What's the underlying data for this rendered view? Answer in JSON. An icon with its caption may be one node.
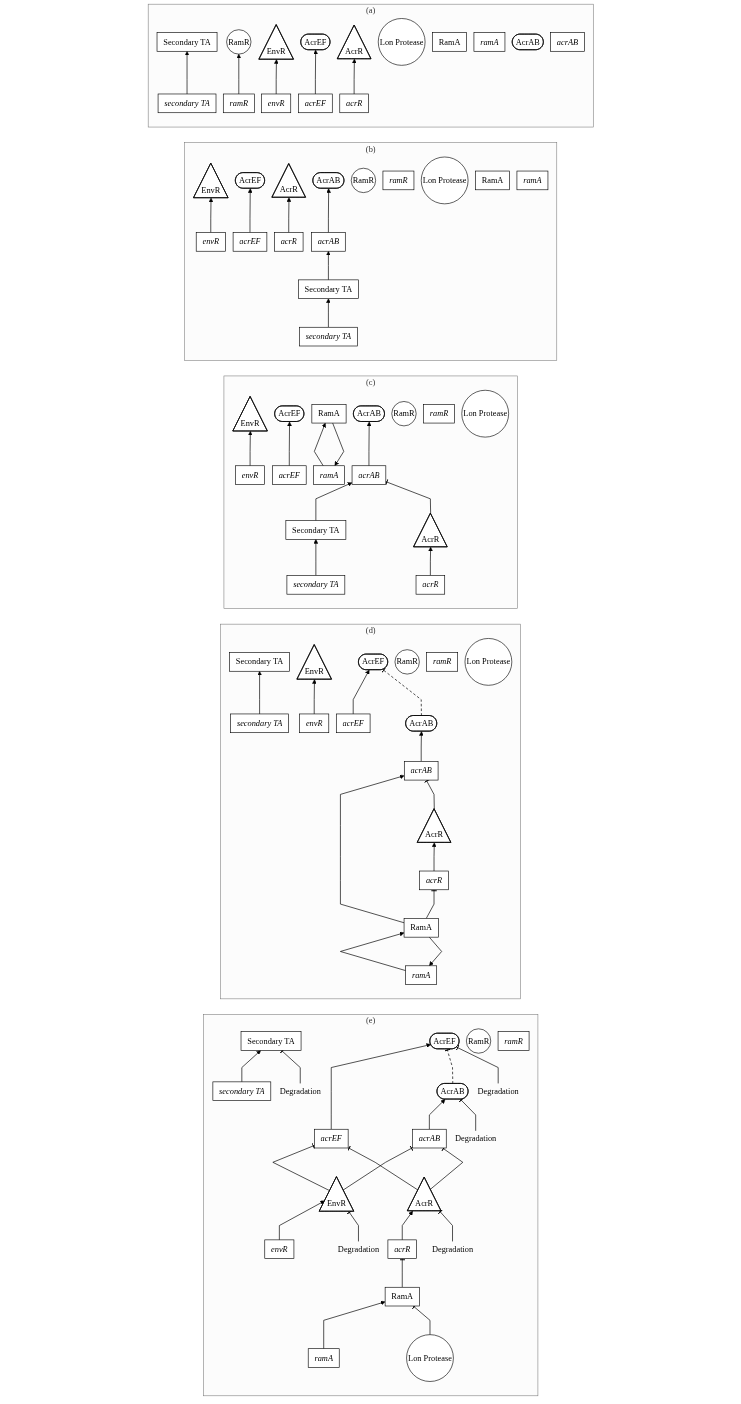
{
  "diagram": {
    "nodes": [
      {
        "text": [
          "(a)"
        ]
      },
      {
        "text": [
          "Secondary TA"
        ],
        "in": 0
      },
      {
        "text": [
          "secondary TA"
        ],
        "in": 0
      },
      {
        "text": [
          "EnvR"
        ],
        "in": 0
      },
      {
        "text": [
          "envR"
        ],
        "in": 0
      },
      {
        "text": [
          "AcrEF"
        ],
        "in": 0
      },
      {
        "text": [
          "acrEF"
        ],
        "in": 0
      },
      {
        "text": [
          "RamR"
        ],
        "in": 0
      },
      {
        "text": [
          "ramR"
        ],
        "in": 0
      },
      {
        "text": [
          "Lon Protease"
        ],
        "in": 0
      },
      {
        "text": [
          "RamA"
        ],
        "in": 0
      },
      {
        "text": [
          "ramA"
        ],
        "in": 0
      },
      {
        "text": [
          "AcrR"
        ],
        "in": 0
      },
      {
        "text": [
          "acrR"
        ],
        "in": 0
      },
      {
        "text": [
          "AcrAB"
        ],
        "in": 0
      },
      {
        "text": [
          "acrAB"
        ],
        "in": 0
      },
      {
        "text": [
          "(b)"
        ]
      },
      {
        "text": [
          "Secondary TA"
        ],
        "in": 16
      },
      {
        "text": [
          "secondary TA"
        ],
        "in": 16
      },
      {
        "text": [
          "EnvR"
        ],
        "in": 16
      },
      {
        "text": [
          "envR"
        ],
        "in": 16
      },
      {
        "text": [
          "AcrEF"
        ],
        "in": 16
      },
      {
        "text": [
          "acrEF"
        ],
        "in": 16
      },
      {
        "text": [
          "RamR"
        ],
        "in": 16
      },
      {
        "text": [
          "ramR"
        ],
        "in": 16
      },
      {
        "text": [
          "Lon Protease"
        ],
        "in": 16
      },
      {
        "text": [
          "RamA"
        ],
        "in": 16
      },
      {
        "text": [
          "ramA"
        ],
        "in": 16
      },
      {
        "text": [
          "AcrR"
        ],
        "in": 16
      },
      {
        "text": [
          "acrR"
        ],
        "in": 16
      },
      {
        "text": [
          "AcrAB"
        ],
        "in": 16
      },
      {
        "text": [
          "acrAB"
        ],
        "in": 16
      },
      {
        "text": [
          "(c)"
        ]
      },
      {
        "text": [
          "Secondary TA"
        ],
        "in": 32
      },
      {
        "text": [
          "secondary TA"
        ],
        "in": 32
      },
      {
        "text": [
          "EnvR"
        ],
        "in": 32
      },
      {
        "text": [
          "envR"
        ],
        "in": 32
      },
      {
        "text": [
          "AcrEF"
        ],
        "in": 32
      },
      {
        "text": [
          "acrEF"
        ],
        "in": 32
      },
      {
        "text": [
          "RamR"
        ],
        "in": 32
      },
      {
        "text": [
          "ramR"
        ],
        "in": 32
      },
      {
        "text": [
          "Lon Protease"
        ],
        "in": 32
      },
      {
        "text": [
          "RamA"
        ],
        "in": 32
      },
      {
        "text": [
          "ramA"
        ],
        "in": 32
      },
      {
        "text": [
          "AcrR"
        ],
        "in": 32
      },
      {
        "text": [
          "acrR"
        ],
        "in": 32
      },
      {
        "text": [
          "AcrAB"
        ],
        "in": 32
      },
      {
        "text": [
          "acrAB"
        ],
        "in": 32
      },
      {
        "text": [
          "(d)"
        ]
      },
      {
        "text": [
          "Secondary TA"
        ],
        "in": 48
      },
      {
        "text": [
          "secondary TA"
        ],
        "in": 48
      },
      {
        "text": [
          "EnvR"
        ],
        "in": 48
      },
      {
        "text": [
          "envR"
        ],
        "in": 48
      },
      {
        "text": [
          "AcrEF"
        ],
        "in": 48
      },
      {
        "text": [
          "acrEF"
        ],
        "in": 48
      },
      {
        "text": [
          "RamR"
        ],
        "in": 48
      },
      {
        "text": [
          "ramR"
        ],
        "in": 48
      },
      {
        "text": [
          "Lon Protease"
        ],
        "in": 48
      },
      {
        "text": [
          "RamA"
        ],
        "in": 48
      },
      {
        "text": [
          "ramA"
        ],
        "in": 48
      },
      {
        "text": [
          "AcrR"
        ],
        "in": 48
      },
      {
        "text": [
          "acrR"
        ],
        "in": 48
      },
      {
        "text": [
          "AcrAB"
        ],
        "in": 48
      },
      {
        "text": [
          "acrAB"
        ],
        "in": 48
      },
      {
        "text": [
          "(e)"
        ]
      },
      {
        "text": [
          "Secondary TA"
        ],
        "in": 64
      },
      {
        "text": [
          "secondary TA"
        ],
        "in": 64
      },
      {
        "text": [
          "EnvR"
        ],
        "in": 64
      },
      {
        "text": [
          "envR"
        ],
        "in": 64
      },
      {
        "text": [
          "AcrEF"
        ],
        "in": 64
      },
      {
        "text": [
          "acrEF"
        ],
        "in": 64
      },
      {
        "text": [
          "RamR"
        ],
        "in": 64
      },
      {
        "text": [
          "ramR"
        ],
        "in": 64
      },
      {
        "text": [
          "Lon Protease"
        ],
        "in": 64
      },
      {
        "text": [
          "RamA"
        ],
        "in": 64
      },
      {
        "text": [
          "ramA"
        ],
        "in": 64
      },
      {
        "text": [
          "AcrR"
        ],
        "in": 64
      },
      {
        "text": [
          "acrR"
        ],
        "in": 64
      },
      {
        "text": [
          "AcrAB"
        ],
        "in": 64
      },
      {
        "text": [
          "acrAB"
        ],
        "in": 64
      },
      {
        "text": [
          "Degradation"
        ],
        "in": 64
      },
      {
        "text": [
          "Degradation"
        ],
        "in": 64
      },
      {
        "text": [
          "Degradation"
        ],
        "in": 64
      },
      {
        "text": [
          "Degradation"
        ],
        "in": 64
      },
      {
        "text": [
          "Degradation"
        ],
        "in": 64
      }
    ],
    "edges": [
      {
        "from": 8,
        "to": 7,
        "arrow": "to"
      },
      {
        "from": 2,
        "to": 1,
        "arrow": "to"
      },
      {
        "from": 4,
        "to": 3,
        "arrow": "to"
      },
      {
        "from": 6,
        "to": 5,
        "arrow": "to"
      },
      {
        "from": 13,
        "to": 12,
        "arrow": "to"
      },
      {
        "from": 18,
        "to": 17,
        "arrow": "to"
      },
      {
        "from": 20,
        "to": 19,
        "arrow": "to"
      },
      {
        "from": 22,
        "to": 21,
        "arrow": "to"
      },
      {
        "from": 29,
        "to": 28,
        "arrow": "to"
      },
      {
        "from": 31,
        "to": 30,
        "arrow": "to"
      },
      {
        "from": 17,
        "to": 31,
        "arrow": "to"
      },
      {
        "from": 34,
        "to": 33,
        "arrow": "to"
      },
      {
        "from": 36,
        "to": 35,
        "arrow": "to"
      },
      {
        "from": 38,
        "to": 37,
        "arrow": "to"
      },
      {
        "from": 43,
        "to": 42,
        "arrow": "to"
      },
      {
        "from": 45,
        "to": 44,
        "arrow": "to"
      },
      {
        "from": 47,
        "to": 46,
        "arrow": "to"
      },
      {
        "from": 42,
        "to": 43,
        "arrow": "to"
      },
      {
        "from": 33,
        "to": 47,
        "arrow": "to"
      },
      {
        "from": 44,
        "to": 47,
        "arrow": "other"
      },
      {
        "from": 50,
        "to": 49,
        "arrow": "to"
      },
      {
        "from": 52,
        "to": 51,
        "arrow": "to"
      },
      {
        "from": 54,
        "to": 53,
        "arrow": "to"
      },
      {
        "from": 59,
        "to": 58,
        "arrow": "to"
      },
      {
        "from": 61,
        "to": 60,
        "arrow": "to"
      },
      {
        "from": 63,
        "to": 62,
        "arrow": "to"
      },
      {
        "from": 58,
        "to": 59,
        "arrow": "to"
      },
      {
        "from": 58,
        "to": 63,
        "arrow": "to"
      },
      {
        "from": 58,
        "to": 61,
        "arrow": "other"
      },
      {
        "from": 60,
        "to": 63,
        "arrow": "other"
      },
      {
        "from": 62,
        "to": 53,
        "arrow": "other",
        "style": "dashed"
      },
      {
        "from": 66,
        "to": 65,
        "arrow": "to"
      },
      {
        "from": 68,
        "to": 67,
        "arrow": "to"
      },
      {
        "from": 70,
        "to": 69,
        "arrow": "to"
      },
      {
        "from": 75,
        "to": 74,
        "arrow": "to"
      },
      {
        "from": 77,
        "to": 76,
        "arrow": "to"
      },
      {
        "from": 79,
        "to": 78,
        "arrow": "to"
      },
      {
        "from": 73,
        "to": 74,
        "arrow": "other"
      },
      {
        "from": 74,
        "to": 77,
        "arrow": "other"
      },
      {
        "from": 67,
        "to": 70,
        "arrow": "other"
      },
      {
        "from": 67,
        "to": 79,
        "arrow": "other"
      },
      {
        "from": 76,
        "to": 70,
        "arrow": "other"
      },
      {
        "from": 76,
        "to": 79,
        "arrow": "other"
      },
      {
        "from": 78,
        "to": 69,
        "arrow": "other",
        "style": "dashed"
      },
      {
        "from": 80,
        "to": 65,
        "arrow": "other"
      },
      {
        "from": 81,
        "to": 67,
        "arrow": "other"
      },
      {
        "from": 82,
        "to": 69,
        "arrow": "other"
      },
      {
        "from": 83,
        "to": 76,
        "arrow": "other"
      },
      {
        "from": 84,
        "to": 78,
        "arrow": "other"
      }
    ]
  }
}
